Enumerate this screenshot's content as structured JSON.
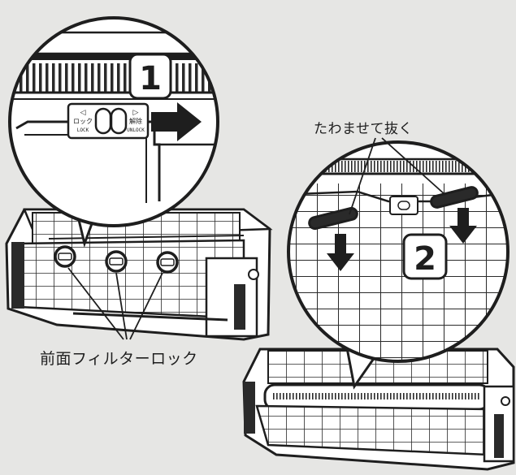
{
  "annotations": {
    "front_filter_lock": "前面フィルターロック",
    "bend_and_pull_out": "たわませて抜く"
  },
  "steps": {
    "step1": "1",
    "step2": "2"
  },
  "lock_switch": {
    "lock_jp": "ロック",
    "lock_en": "LOCK",
    "unlock_jp": "解除",
    "unlock_en": "UNLOCK"
  },
  "icons": [
    "arrow-right-icon",
    "arrow-down-icon",
    "lock-switch-icon"
  ],
  "colors": {
    "background": "#e6e6e4",
    "line": "#1e1e1e",
    "step_badge": "#ffffff"
  }
}
